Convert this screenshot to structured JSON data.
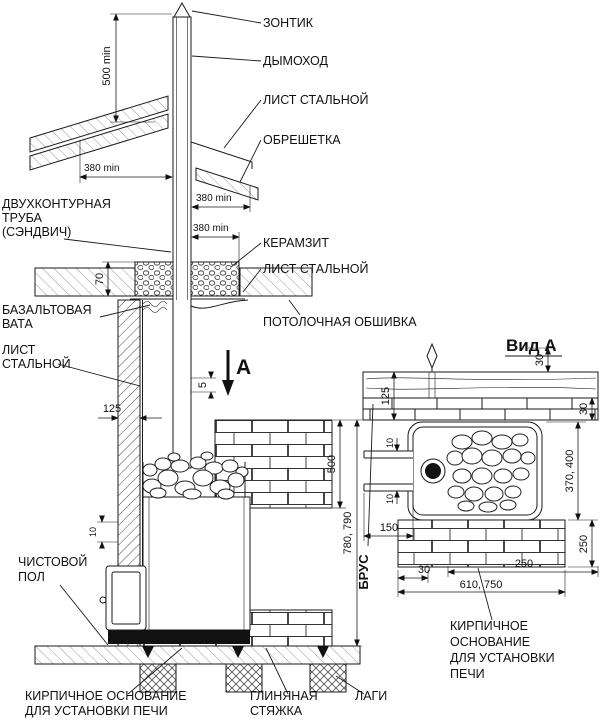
{
  "drawing": {
    "title_hint": "Схема установки банной печи",
    "callouts": {
      "zontik": "ЗОНТИК",
      "dymohod": "ДЫМОХОД",
      "list_stalnoy_roof": "ЛИСТ СТАЛЬНОЙ",
      "obreshetka": "ОБРЕШЕТКА",
      "keramzit": "КЕРАМЗИТ",
      "list_stalnoy_ceiling": "ЛИСТ СТАЛЬНОЙ",
      "potolochnaya_obshivka": "ПОТОЛОЧНАЯ ОБШИВКА",
      "sandwich_line1": "ДВУХКОНТУРНАЯ",
      "sandwich_line2": "ТРУБА",
      "sandwich_line3": "(СЭНДВИЧ)",
      "bazalt_line1": "БАЗАЛЬТОВАЯ",
      "bazalt_line2": "ВАТА",
      "list_left_line1": "ЛИСТ",
      "list_left_line2": "СТАЛЬНОЙ",
      "chistovoy_line1": "ЧИСТОВОЙ",
      "chistovoy_line2": "ПОЛ",
      "kirpich_left_line1": "КИРПИЧНОЕ ОСНОВАНИЕ",
      "kirpich_left_line2": "ДЛЯ УСТАНОВКИ ПЕЧИ",
      "glina_line1": "ГЛИНЯНАЯ",
      "glina_line2": "СТЯЖКА",
      "lagi": "ЛАГИ",
      "vid_a": "Вид А",
      "view_arrow": "A",
      "brus": "БРУС",
      "kirpich_right_line1": "КИРПИЧНОЕ",
      "kirpich_right_line2": "ОСНОВАНИЕ",
      "kirpich_right_line3": "ДЛЯ УСТАНОВКИ",
      "kirpich_right_line4": "ПЕЧИ"
    },
    "dims": {
      "h500min": "500 min",
      "w380min_roof": "380 min",
      "w380min_pipe": "380 min",
      "w380min_ceiling": "380 min",
      "t70": "70",
      "w125": "125",
      "g5": "5",
      "g10": "10",
      "h500": "500",
      "h780": "780, 790",
      "va30top": "30",
      "va125": "125",
      "va30right": "30",
      "va370": "370, 400",
      "va250right": "250",
      "va10top": "10",
      "va10bottom": "10",
      "va150": "150",
      "va30bottom": "30",
      "va250bottom": "250",
      "va610": "610, 750"
    }
  }
}
